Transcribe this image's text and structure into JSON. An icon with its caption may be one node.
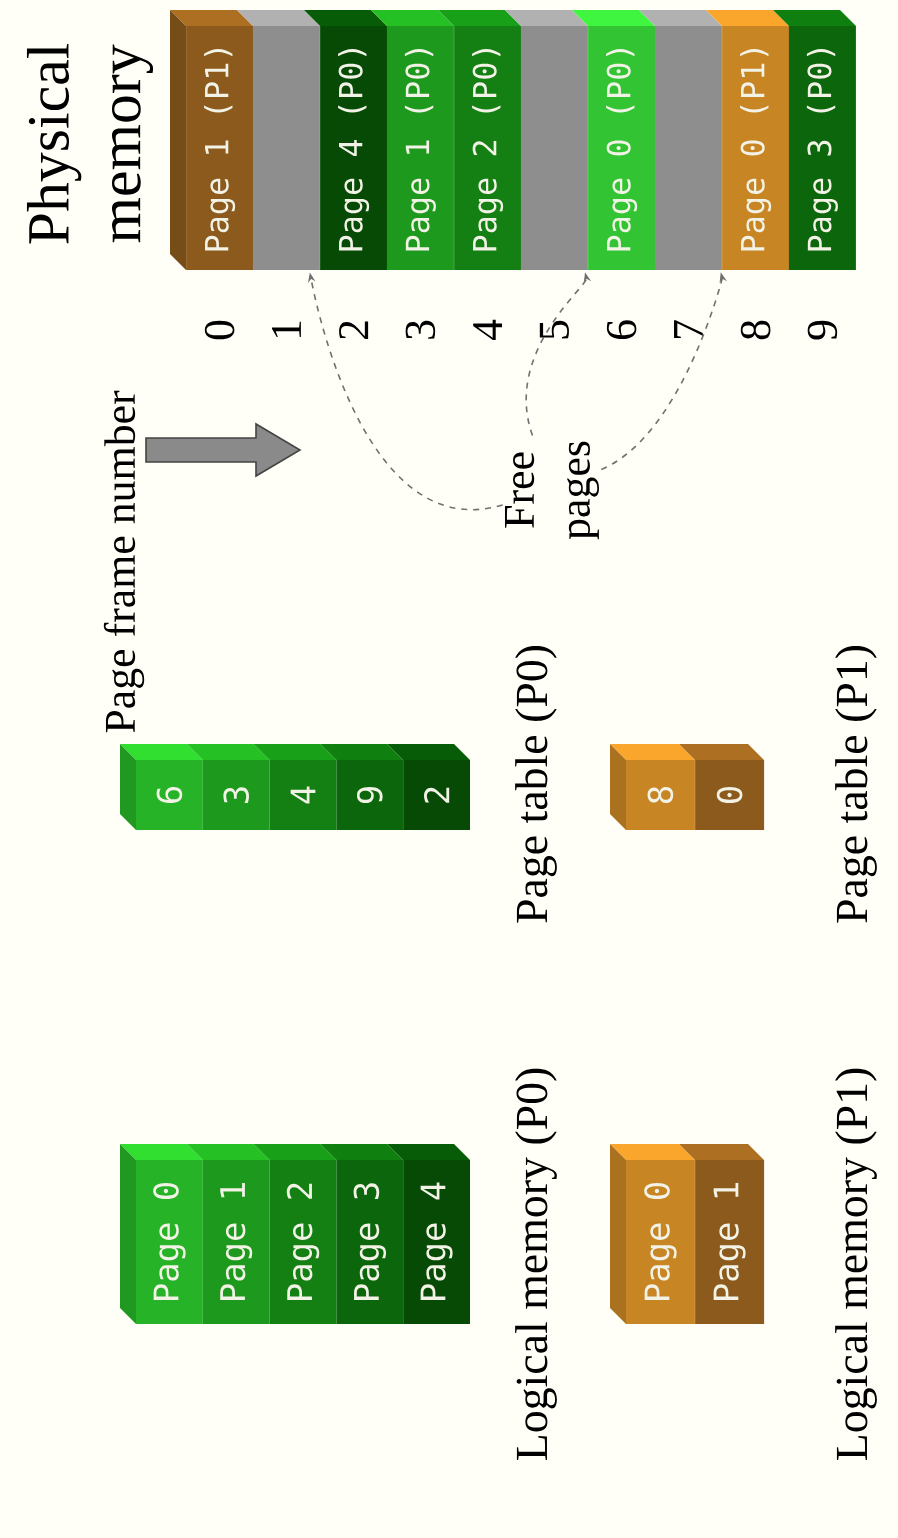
{
  "diagram": {
    "nodes": [
      {
        "text": [
          "Page 0"
        ]
      },
      {
        "text": [
          "Page 1"
        ]
      },
      {
        "text": [
          "Page 2"
        ]
      },
      {
        "text": [
          "Page 3"
        ]
      },
      {
        "text": [
          "Page 4"
        ]
      },
      {
        "text": [
          "6"
        ]
      },
      {
        "text": [
          "3"
        ]
      },
      {
        "text": [
          "4"
        ]
      },
      {
        "text": [
          "9"
        ]
      },
      {
        "text": [
          "2"
        ]
      },
      {
        "text": [
          "Page 0"
        ]
      },
      {
        "text": [
          "Page 1"
        ]
      },
      {
        "text": [
          "8"
        ]
      },
      {
        "text": [
          "0"
        ]
      },
      {
        "text": [
          "Page 1 (P1)"
        ]
      },
      {
        "text": [],
        "shape": "box"
      },
      {
        "text": [
          "Page 4 (P0)"
        ]
      },
      {
        "text": [
          "Page 1 (P0)"
        ]
      },
      {
        "text": [
          "Page 2 (P0)"
        ]
      },
      {
        "text": [],
        "shape": "box"
      },
      {
        "text": [
          "Page 0 (P0)"
        ]
      },
      {
        "text": [],
        "shape": "box"
      },
      {
        "text": [
          "Page 0 (P1)"
        ]
      },
      {
        "text": [
          "Page 3 (P0)"
        ]
      },
      {
        "text": [
          "Free pages"
        ]
      }
    ],
    "edges": [
      {
        "from": 24,
        "to": 15,
        "arrow": "to",
        "style": "dashed"
      },
      {
        "from": 24,
        "to": 19,
        "arrow": "to",
        "style": "dashed"
      },
      {
        "from": 24,
        "to": 21,
        "arrow": "to",
        "style": "dashed"
      }
    ],
    "labels": [
      "Physical memory",
      "Page frame number",
      "0",
      "1",
      "2",
      "3",
      "4",
      "5",
      "6",
      "7",
      "8",
      "9",
      "Page table (P0)",
      "Logical memory (P0)",
      "Page table (P1)",
      "Logical memory (P1)"
    ]
  }
}
